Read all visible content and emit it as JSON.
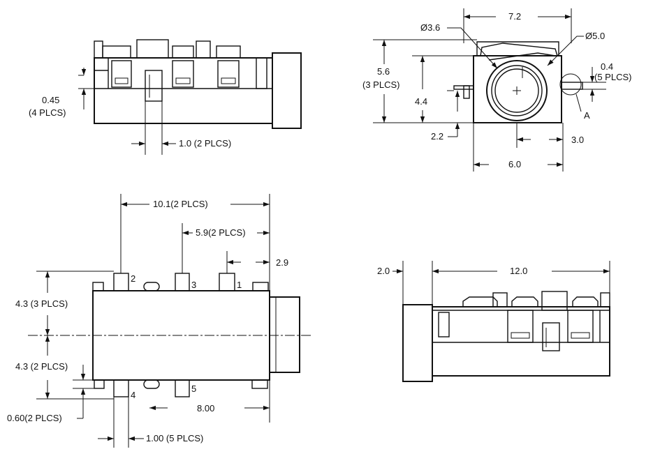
{
  "side_view": {
    "thickness_value": "0.45",
    "thickness_note": "(4 PLCS)",
    "pin_width": "1.0 (2 PLCS)"
  },
  "front_view": {
    "width_top": "7.2",
    "inner_diameter": "Ø3.6",
    "outer_diameter": "Ø5.0",
    "height_total_value": "5.6",
    "height_total_note": "(3 PLCS)",
    "center_height": "4.4",
    "lower_height": "2.2",
    "pin_thickness_value": "0.4",
    "pin_thickness_note": "(5 PLCS)",
    "detail_label": "A",
    "offset_right": "3.0",
    "width_bottom": "6.0"
  },
  "bottom_view": {
    "span_outer": "10.1(2 PLCS)",
    "span_inner": "5.9(2 PLCS)",
    "offset_end": "2.9",
    "pitch_upper": "4.3 (3 PLCS)",
    "pitch_lower": "4.3 (2 PLCS)",
    "pad_width": "0.60(2 PLCS)",
    "pin_numbers": [
      "2",
      "3",
      "1",
      "4",
      "5"
    ],
    "length_bottom": "8.00",
    "pin_pitch": "1.00 (5 PLCS)"
  },
  "rear_view": {
    "collar": "2.0",
    "body_length": "12.0"
  }
}
